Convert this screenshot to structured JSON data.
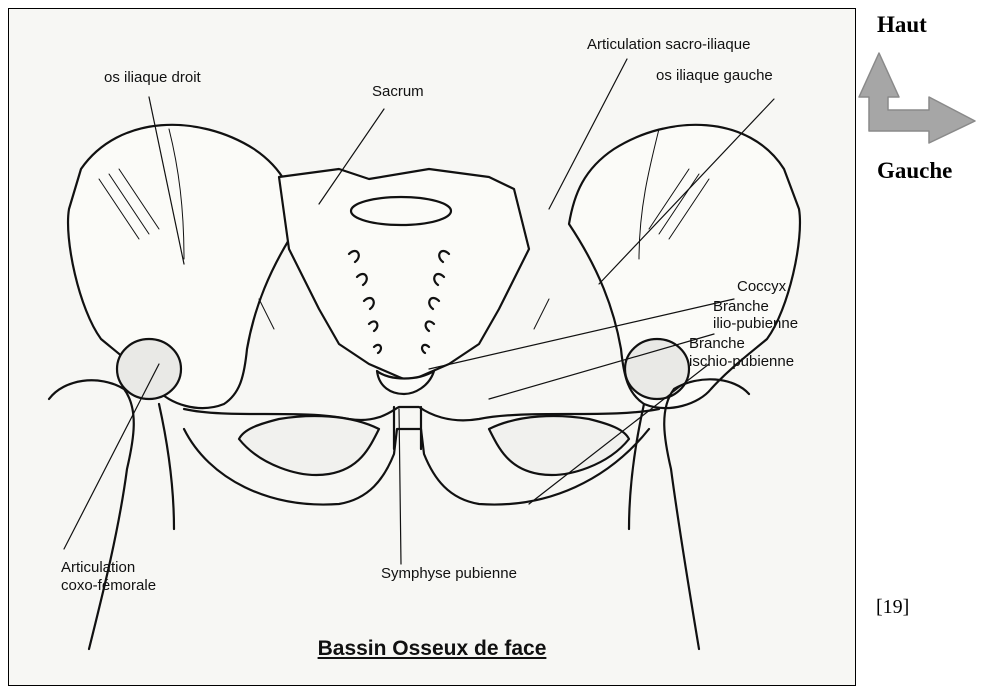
{
  "figure": {
    "title": "Bassin Osseux de face",
    "labels": {
      "os_iliaque_droit": "os iliaque droit",
      "sacrum": "Sacrum",
      "articulation_sacro_iliaque": "Articulation sacro-iliaque",
      "os_iliaque_gauche": "os iliaque gauche",
      "coccyx": "Coccyx",
      "branche_ilio_pubienne_1": "Branche",
      "branche_ilio_pubienne_2": "ilio-pubienne",
      "branche_ischio_pubienne_1": "Branche",
      "branche_ischio_pubienne_2": "ischio-pubienne",
      "articulation_coxo_femorale_1": "Articulation",
      "articulation_coxo_femorale_2": "coxo-fémorale",
      "symphyse_pubienne": "Symphyse pubienne"
    }
  },
  "orientation": {
    "up_label": "Haut",
    "left_label": "Gauche",
    "arrow_color": "#a6a6a6",
    "arrow_icon": "orientation-arrow-icon"
  },
  "reference": "[19]"
}
